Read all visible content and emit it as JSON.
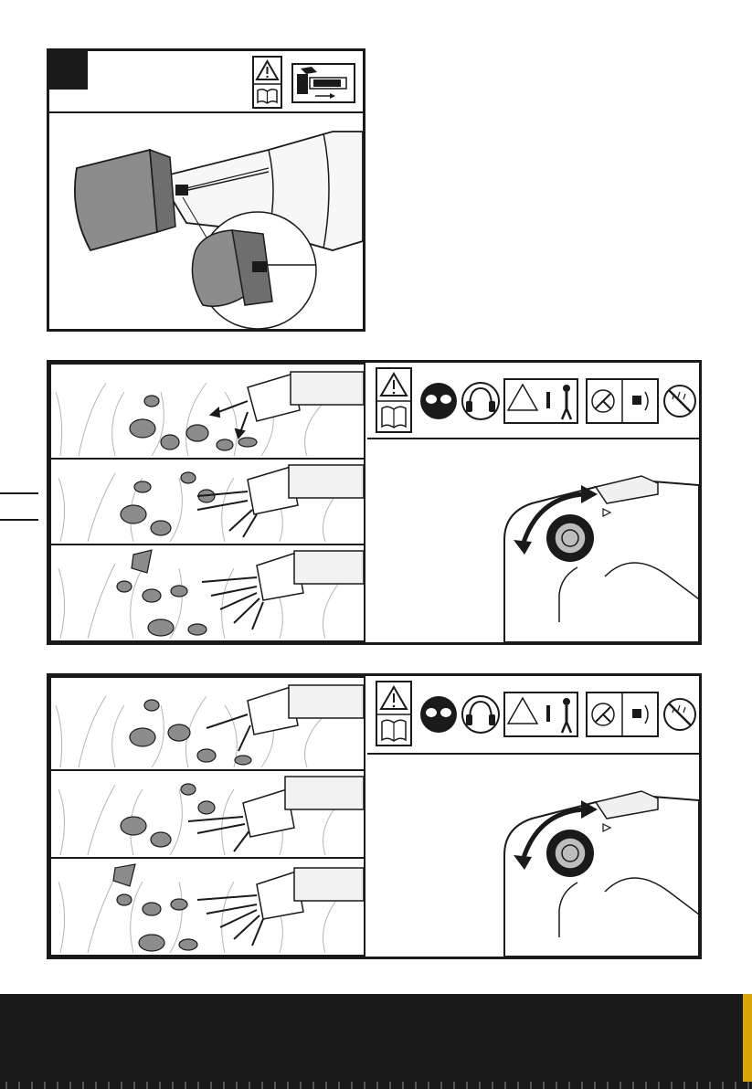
{
  "figures": [
    {
      "id": "fig-1",
      "icons": [
        "warning-triangle-icon",
        "read-manual-icon",
        "assembly-diagram-icon"
      ]
    },
    {
      "id": "fig-2",
      "icons": [
        "warning-triangle-icon",
        "read-manual-icon",
        "safety-glasses-icon",
        "ear-protection-icon",
        "bystander-distance-icon",
        "rotating-fan-hazard-icon",
        "no-rain-icon"
      ],
      "speed_steps": [
        "low",
        "medium",
        "high"
      ]
    },
    {
      "id": "fig-3",
      "icons": [
        "warning-triangle-icon",
        "read-manual-icon",
        "safety-glasses-icon",
        "ear-protection-icon",
        "bystander-distance-icon",
        "rotating-fan-hazard-icon",
        "no-rain-icon"
      ],
      "speed_steps": [
        "low",
        "medium",
        "high"
      ]
    }
  ],
  "colors": {
    "ink": "#1a1a1a",
    "grey": "#8c8c8c",
    "footer": "#1a1a1a",
    "accent": "#d9a406"
  }
}
